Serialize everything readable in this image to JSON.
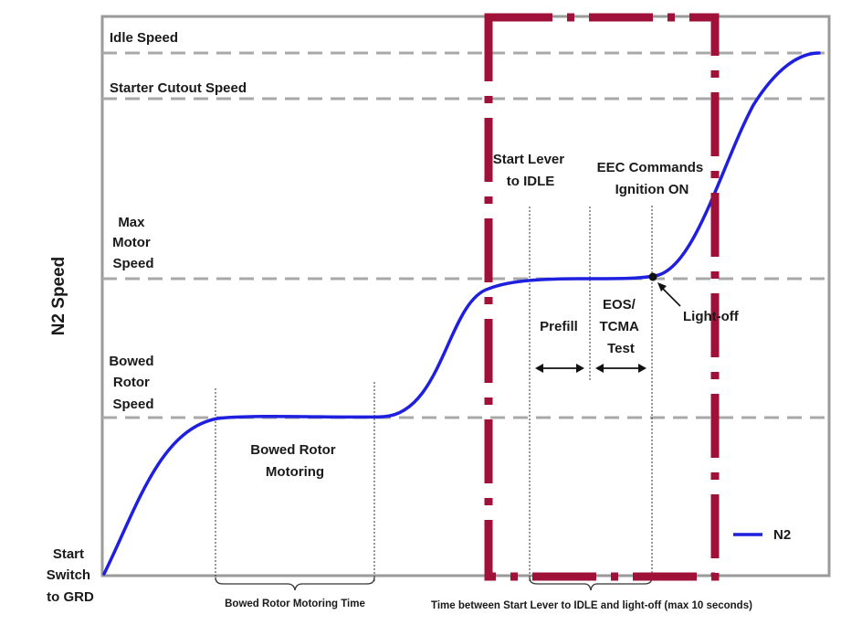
{
  "y_axis_label": "N2 Speed",
  "levels": {
    "idle": "Idle Speed",
    "starter_cutout": "Starter Cutout Speed",
    "max_motor": [
      "Max",
      "Motor",
      "Speed"
    ],
    "bowed_rotor": [
      "Bowed",
      "Rotor",
      "Speed"
    ]
  },
  "start_label": [
    "Start",
    "Switch",
    "to GRD"
  ],
  "phases": {
    "bowed_rotor_motoring": [
      "Bowed Rotor",
      "Motoring"
    ],
    "start_lever": [
      "Start Lever",
      "to IDLE"
    ],
    "eec_commands": [
      "EEC Commands",
      "Ignition ON"
    ],
    "prefill": "Prefill",
    "eos_tcma": [
      "EOS/",
      "TCMA",
      "Test"
    ],
    "light_off": "Light-off"
  },
  "bottom_labels": {
    "motoring_time": "Bowed Rotor Motoring Time",
    "time_between": "Time between Start Lever to IDLE and light-off (max 10 seconds)"
  },
  "legend": {
    "series": "N2",
    "color": "#1f1fdf"
  },
  "colors": {
    "highlight": "#a0113a",
    "grid": "#a8a8a8",
    "curve": "#1f1fdf"
  }
}
